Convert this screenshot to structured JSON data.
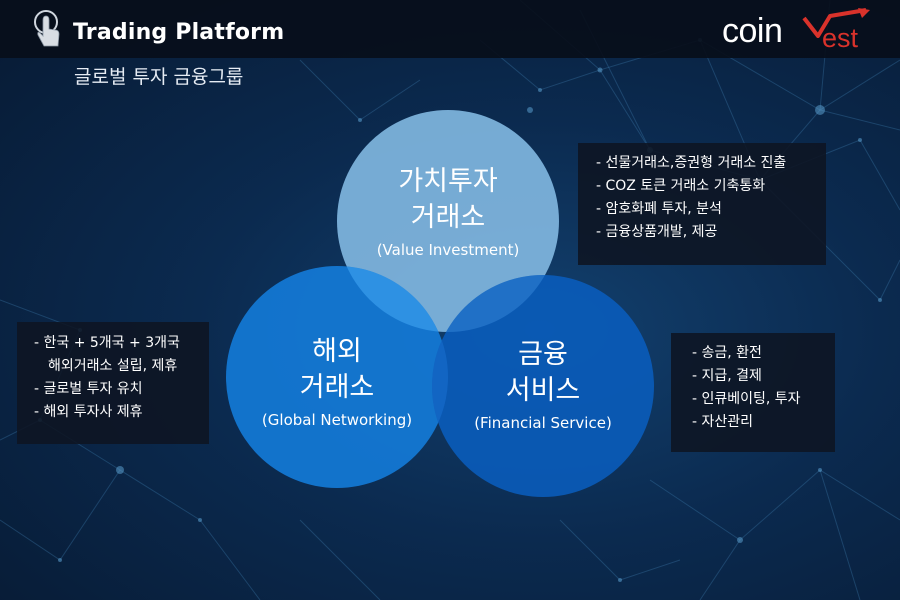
{
  "header": {
    "title": "Trading Platform",
    "subtitle": "글로벌 투자 금융그룹"
  },
  "logo": {
    "part1": "coin",
    "part2": "est",
    "accent_color": "#d9322b"
  },
  "circles": {
    "value": {
      "title_line1": "가치투자",
      "title_line2": "거래소",
      "subtitle": "(Value Investment)",
      "color": "#7fb5de"
    },
    "global": {
      "title_line1": "해외",
      "title_line2": "거래소",
      "subtitle": "(Global Networking)",
      "color": "#147ad6"
    },
    "financial": {
      "title_line1": "금융",
      "title_line2": "서비스",
      "subtitle": "(Financial Service)",
      "color": "#0a5cba"
    }
  },
  "panels": {
    "value": [
      "- 선물거래소,증권형 거래소 진출",
      "- COZ 토큰 거래소 기축통화",
      "- 암호화폐 투자, 분석",
      "- 금융상품개발, 제공"
    ],
    "global": {
      "item1_line1": "- 한국 + 5개국 + 3개국",
      "item1_line2": "해외거래소 설립, 제휴",
      "item2": "- 글로벌 투자 유치",
      "item3": "- 해외 투자사 제휴"
    },
    "financial": [
      "- 송금, 환전",
      "- 지급, 결제",
      "- 인큐베이팅, 투자",
      "- 자산관리"
    ]
  }
}
